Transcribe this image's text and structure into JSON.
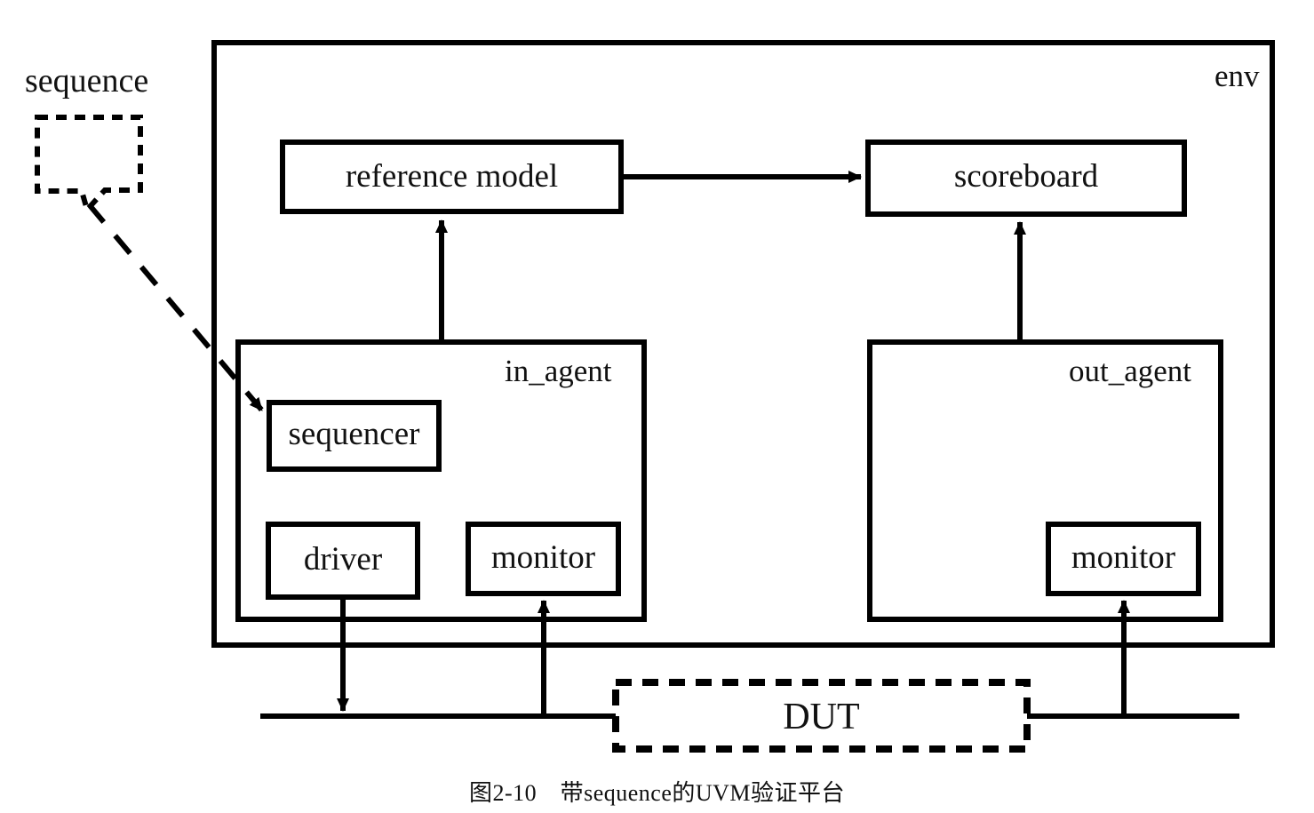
{
  "figure": {
    "caption": "图2-10　带sequence的UVM验证平台",
    "stroke_color": "#000000",
    "background_color": "#ffffff"
  },
  "callout": {
    "label": "sequence",
    "style": "dashed"
  },
  "env": {
    "label": "env",
    "blocks": {
      "reference_model": "reference model",
      "scoreboard": "scoreboard"
    },
    "in_agent": {
      "label": "in_agent",
      "blocks": {
        "sequencer": "sequencer",
        "driver": "driver",
        "monitor": "monitor"
      }
    },
    "out_agent": {
      "label": "out_agent",
      "blocks": {
        "monitor": "monitor"
      }
    }
  },
  "dut": {
    "label": "DUT",
    "style": "dashed"
  }
}
